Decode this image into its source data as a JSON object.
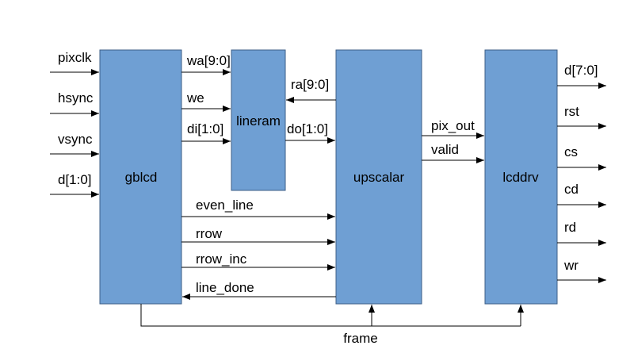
{
  "blocks": {
    "gblcd": "gblcd",
    "lineram": "lineram",
    "upscalar": "upscalar",
    "lcddrv": "lcddrv"
  },
  "inputs": {
    "pixclk": "pixclk",
    "hsync": "hsync",
    "vsync": "vsync",
    "d_in": "d[1:0]"
  },
  "signals": {
    "wa": "wa[9:0]",
    "we": "we",
    "di": "di[1:0]",
    "ra": "ra[9:0]",
    "do": "do[1:0]",
    "even_line": "even_line",
    "rrow": "rrow",
    "rrow_inc": "rrow_inc",
    "line_done": "line_done",
    "pix_out": "pix_out",
    "valid": "valid",
    "frame": "frame"
  },
  "outputs": {
    "d_out": "d[7:0]",
    "rst": "rst",
    "cs": "cs",
    "cd": "cd",
    "rd": "rd",
    "wr": "wr"
  },
  "colors": {
    "block_fill": "#6f9fd3",
    "block_stroke": "#3e5f87",
    "wire": "#000000"
  }
}
